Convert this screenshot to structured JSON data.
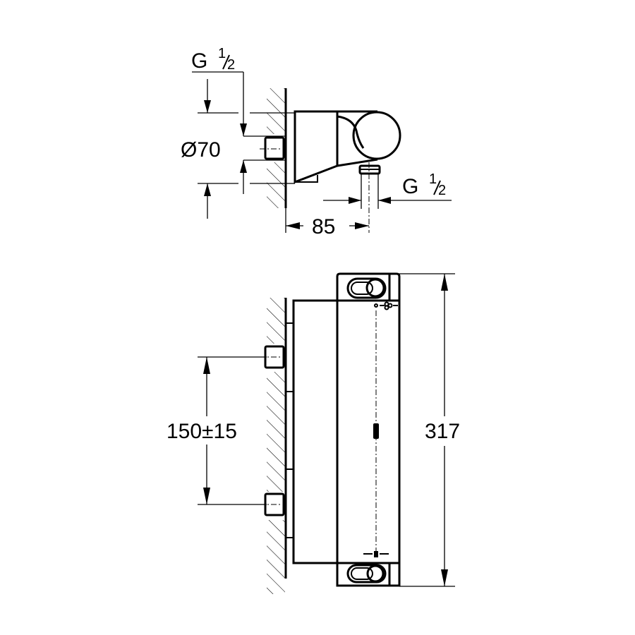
{
  "diagram": {
    "type": "technical-dimension-drawing",
    "subject": "wall-mounted thermostatic shower mixer",
    "views": [
      {
        "name": "side-view",
        "dimensions": {
          "inlet_thread": {
            "prefix": "G",
            "num": "1",
            "den": "2"
          },
          "diameter": "Ø70",
          "depth": "85",
          "outlet_thread": {
            "prefix": "G",
            "num": "1",
            "den": "2"
          }
        }
      },
      {
        "name": "front-view",
        "dimensions": {
          "inlet_spacing": "150±15",
          "height": "317"
        }
      }
    ]
  },
  "labels": {
    "top_thread_prefix": "G",
    "top_thread_num": "1",
    "top_thread_den": "2",
    "diameter": "Ø70",
    "depth": "85",
    "outlet_thread_prefix": "G",
    "outlet_thread_num": "1",
    "outlet_thread_den": "2",
    "inlet_spacing": "150±15",
    "height": "317"
  },
  "colors": {
    "line": "#000000",
    "background": "#ffffff"
  }
}
